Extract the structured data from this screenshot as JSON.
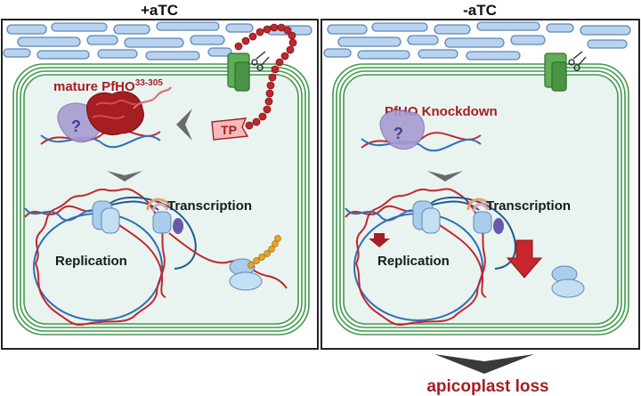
{
  "panels": {
    "left": {
      "header": "+aTC",
      "protein_label": "mature PfHO",
      "protein_superscript": "33-305",
      "question_mark": "?",
      "tp_label": "TP",
      "transcription_label": "Transcription",
      "replication_label": "Replication"
    },
    "right": {
      "header": "-aTC",
      "knockdown_label": "PfHO Knockdown",
      "question_mark": "?",
      "transcription_label": "Transcription",
      "replication_label": "Replication"
    }
  },
  "outcome_label": "apicoplast loss",
  "colors": {
    "membrane_green": "#3f9a4a",
    "stroma_fill": "#e9f3ef",
    "er_blue": "#b9d3ef",
    "dna_red": "#c0272d",
    "dna_blue": "#2f6fb5",
    "protein_red": "#a51e22",
    "accent_text_red": "#a51e22",
    "arrowhead_gray": "#6a6a6a"
  },
  "icons": [
    "chevron-left-icon",
    "chevron-down-icon",
    "down-arrow-icon",
    "scissors-icon",
    "translocon-icon"
  ]
}
